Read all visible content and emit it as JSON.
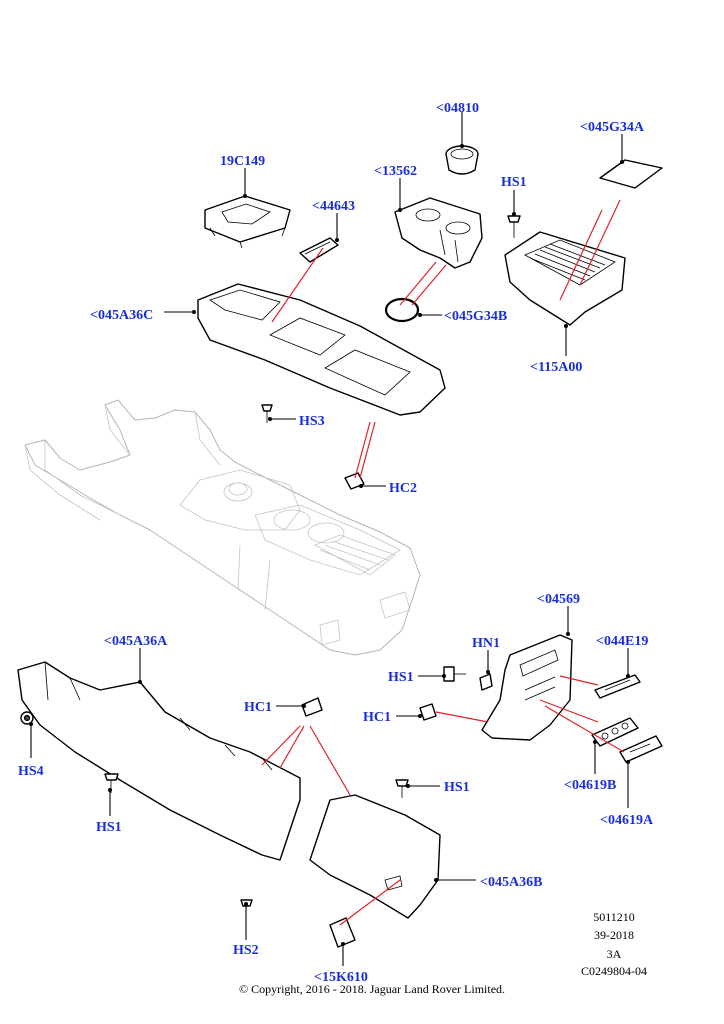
{
  "callouts": {
    "c04810": "<04810",
    "c045G34A_top": "<045G34A",
    "c19C149": "19C149",
    "c13562": "<13562",
    "cHS1_top": "HS1",
    "c44643": "<44643",
    "c045A36C": "<045A36C",
    "c045G34B": "<045G34B",
    "c115A00": "<115A00",
    "cHS3": "HS3",
    "cHC2": "HC2",
    "c04569": "<04569",
    "c045A36A": "<045A36A",
    "cHN1": "HN1",
    "c044E19": "<044E19",
    "cHS1_right": "HS1",
    "cHC1_left": "HC1",
    "cHC1_right": "HC1",
    "cHS4": "HS4",
    "cHS1_bottom_right": "HS1",
    "c04619B": "<04619B",
    "cHS1_left": "HS1",
    "c04619A": "<04619A",
    "c045A36B": "<045A36B",
    "cHS2": "HS2",
    "c15K610": "<15K610"
  },
  "meta": {
    "line1": "5011210",
    "line2": "39-2018",
    "line3": "3A",
    "line4": "C0249804-04"
  },
  "copyright": "© Copyright, 2016 - 2018. Jaguar Land Rover Limited."
}
